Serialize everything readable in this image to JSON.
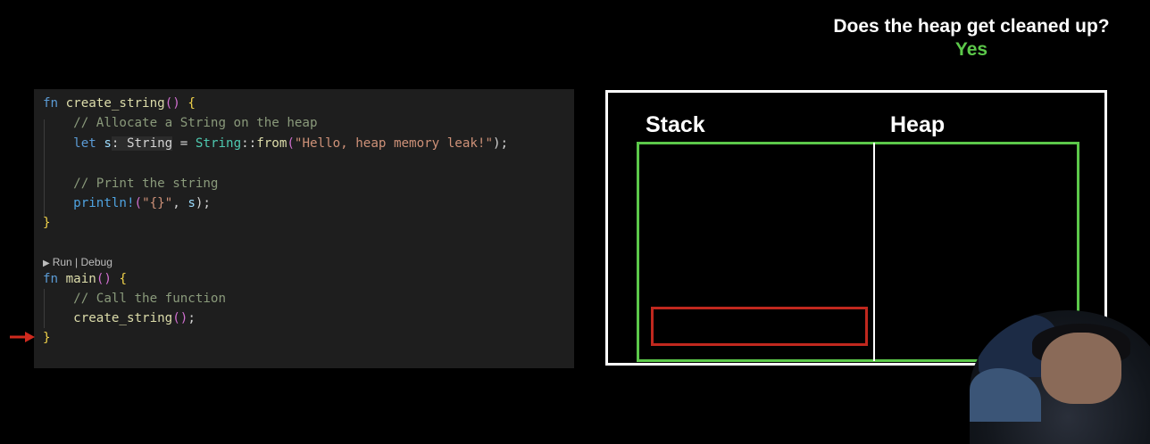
{
  "header": {
    "question": "Does the heap get cleaned up?",
    "answer": "Yes",
    "answer_color": "#5cc84a"
  },
  "editor": {
    "codelens": "Run | Debug",
    "current_line_marker": "red-arrow-icon",
    "lines": {
      "l1": {
        "kw": "fn",
        "name": "create_string",
        "paren": "()",
        "brace": "{"
      },
      "l2": {
        "comment": "// Allocate a String on the heap"
      },
      "l3": {
        "kw": "let",
        "var": "s",
        "hint": ": String",
        "eq": " = ",
        "type": "String",
        "path": "::",
        "fn": "from",
        "open": "(",
        "str": "\"Hello, heap memory leak!\"",
        "close": ");"
      },
      "l5": {
        "comment": "// Print the string"
      },
      "l6": {
        "macro": "println!",
        "open": "(",
        "str": "\"{}\"",
        "sep": ", ",
        "var": "s",
        "close": ");"
      },
      "l7": {
        "brace": "}"
      },
      "l9": {
        "kw": "fn",
        "name": "main",
        "paren": "()",
        "brace": "{"
      },
      "l10": {
        "comment": "// Call the function"
      },
      "l11": {
        "fn": "create_string",
        "paren": "()",
        "end": ";"
      },
      "l12": {
        "brace": "}"
      }
    }
  },
  "diagram": {
    "stack_label": "Stack",
    "heap_label": "Heap",
    "colors": {
      "outer": "#ffffff",
      "memory": "#5cc84a",
      "stack_frame": "#c0281e"
    }
  },
  "webcam": {
    "icon": "presenter-webcam"
  }
}
